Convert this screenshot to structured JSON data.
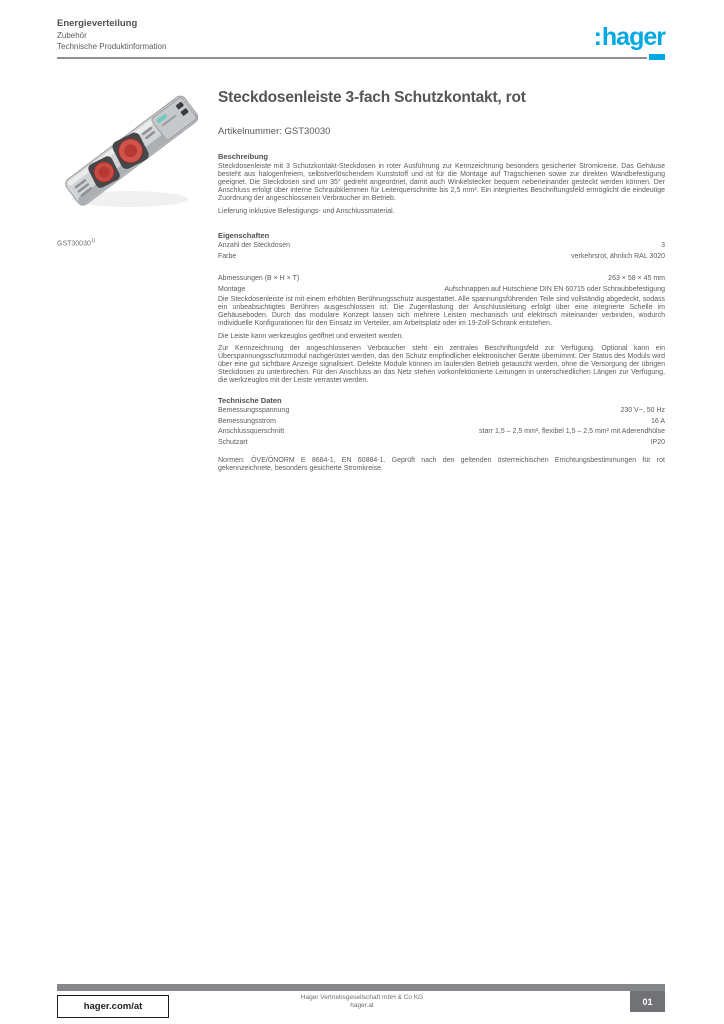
{
  "header": {
    "category": "Energieverteilung",
    "subcategory": "Zubehör",
    "doc_type": "Technische Produktinformation",
    "logo_colon": ":",
    "logo_text": "hager"
  },
  "product": {
    "article_ref": "GST30030",
    "article_note": "1)",
    "title": "Steckdosenleiste 3-fach Schutzkontakt, rot",
    "subtitle": "Artikelnummer: GST30030"
  },
  "sections": {
    "description": {
      "label": "Beschreibung",
      "paragraph": "Steckdosenleiste mit 3 Schutzkontakt-Steckdosen in roter Ausführung zur Kennzeichnung besonders gesicherter Stromkreise. Das Gehäuse besteht aus halogenfreiem, selbstverlöschendem Kunststoff und ist für die Montage auf Tragschienen sowie zur direkten Wandbefestigung geeignet. Die Steckdosen sind um 35° gedreht angeordnet, damit auch Winkelstecker bequem nebeneinander gesteckt werden können. Der Anschluss erfolgt über interne Schraubklemmen für Leiterquerschnitte bis 2,5 mm². Ein integriertes Beschriftungsfeld ermöglicht die eindeutige Zuordnung der angeschlossenen Verbraucher im Betrieb.",
      "note": "Lieferung inklusive Befestigungs- und Anschlussmaterial."
    },
    "properties": {
      "heading": "Eigenschaften",
      "rows": [
        {
          "label": "Anzahl der Steckdosen",
          "value": "3"
        },
        {
          "label": "Farbe",
          "value": "verkehrsrot, ähnlich RAL 3020"
        }
      ]
    },
    "details": {
      "rows": [
        {
          "label": "Abmessungen (B × H × T)",
          "value": "263 × 58 × 45 mm"
        },
        {
          "label": "Montage",
          "value": "Aufschnappen auf Hutschiene DIN EN 60715 oder Schraubbefestigung"
        }
      ],
      "paragraph1": "Die Steckdosenleiste ist mit einem erhöhten Berührungsschutz ausgestattet. Alle spannungsführenden Teile sind vollständig abgedeckt, sodass ein unbeabsichtigtes Berühren ausgeschlossen ist. Die Zugentlastung der Anschlussleitung erfolgt über eine integrierte Schelle im Gehäuseboden. Durch das modulare Konzept lassen sich mehrere Leisten mechanisch und elektrisch miteinander verbinden, wodurch individuelle Konfigurationen für den Einsatz im Verteiler, am Arbeitsplatz oder im 19-Zoll-Schrank entstehen.",
      "line": "Die Leiste kann werkzeuglos geöffnet und erweitert werden.",
      "paragraph2": "Zur Kennzeichnung der angeschlossenen Verbraucher steht ein zentrales Beschriftungsfeld zur Verfügung. Optional kann ein Überspannungsschutzmodul nachgerüstet werden, das den Schutz empfindlicher elektronischer Geräte übernimmt. Der Status des Moduls wird über eine gut sichtbare Anzeige signalisiert. Defekte Module können im laufenden Betrieb getauscht werden, ohne die Versorgung der übrigen Steckdosen zu unterbrechen. Für den Anschluss an das Netz stehen vorkonfektionierte Leitungen in unterschiedlichen Längen zur Verfügung, die werkzeuglos mit der Leiste verrastet werden."
    },
    "technical": {
      "heading": "Technische Daten",
      "rows": [
        {
          "label": "Bemessungsspannung",
          "value": "230 V~, 50 Hz"
        },
        {
          "label": "Bemessungsstrom",
          "value": "16 A"
        },
        {
          "label": "Anschlussquerschnitt",
          "value": "starr 1,5 – 2,5 mm², flexibel 1,5 – 2,5 mm² mit Aderendhülse"
        },
        {
          "label": "Schutzart",
          "value": "IP20"
        }
      ]
    },
    "standards": {
      "paragraph": "Normen: ÖVE/ÖNORM E 8684-1, EN 60884-1. Geprüft nach den geltenden österreichischen Errichtungsbestimmungen für rot gekennzeichnete, besonders gesicherte Stromkreise."
    }
  },
  "footer": {
    "website": "hager.com/at",
    "company_line1": "Hager Vertriebsgesellschaft mbH & Co KG",
    "company_line2": "hager.at",
    "page": "01"
  }
}
